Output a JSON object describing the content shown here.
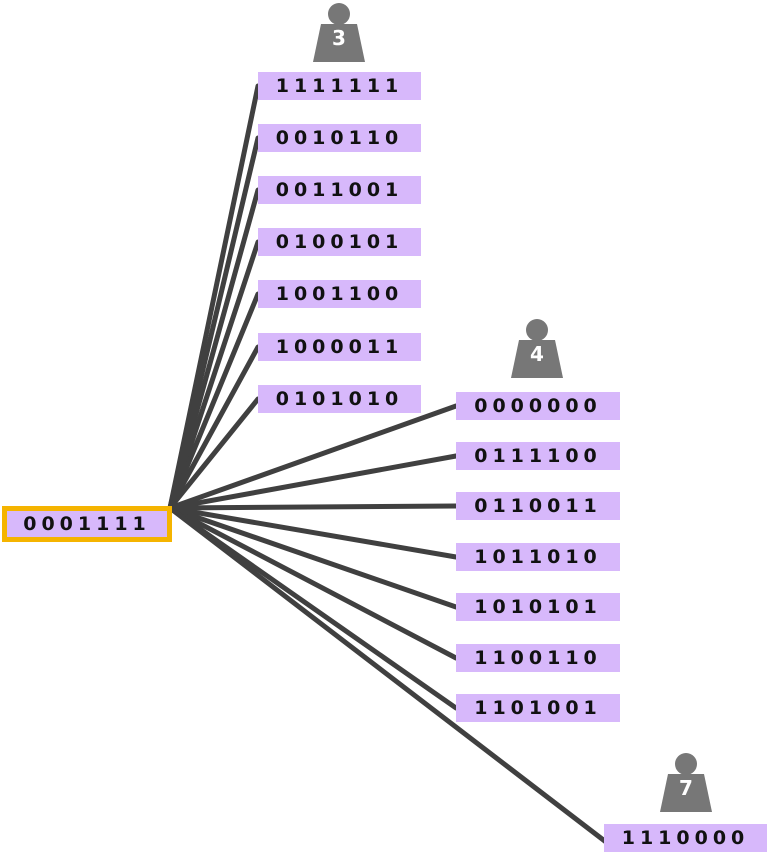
{
  "root": {
    "code": "0001111"
  },
  "groups": [
    {
      "weight": "3",
      "codes": [
        "1111111",
        "0010110",
        "0011001",
        "0100101",
        "1001100",
        "1000011",
        "0101010"
      ]
    },
    {
      "weight": "4",
      "codes": [
        "0000000",
        "0111100",
        "0110011",
        "1011010",
        "1010101",
        "1100110",
        "1101001"
      ]
    },
    {
      "weight": "7",
      "codes": [
        "1110000"
      ]
    }
  ],
  "colors": {
    "box_fill": "#d7b8fb",
    "root_border": "#f5b400",
    "edge": "#404040",
    "weight_icon": "#777777"
  }
}
